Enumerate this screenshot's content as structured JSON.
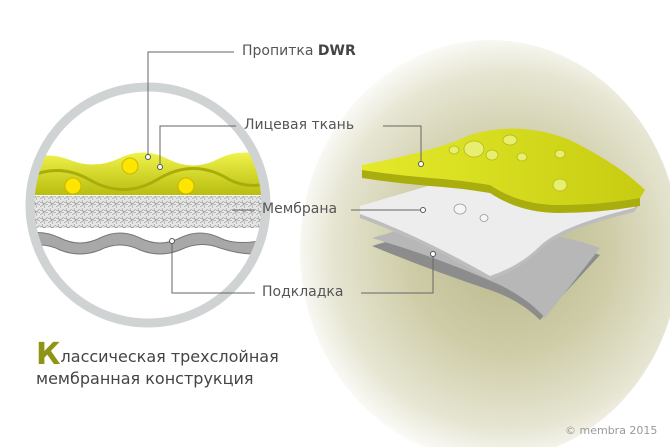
{
  "labels": {
    "dwr": {
      "prefix": "Пропитка ",
      "bold": "DWR"
    },
    "face_fabric": "Лицевая ткань",
    "membrane": "Мембрана",
    "lining": "Подкладка"
  },
  "title": {
    "initial": "К",
    "line1_rest": "лассическая трехслойная",
    "line2": "мембранная конструкция"
  },
  "copyright": "© membra 2015",
  "colors": {
    "face_fabric": "#d9de1e",
    "accent_initial": "#8f9415",
    "membrane": "#e8e8e8",
    "lining": "#9a9a9a",
    "circle": "#d0d3d4",
    "leader_line": "#666666"
  }
}
